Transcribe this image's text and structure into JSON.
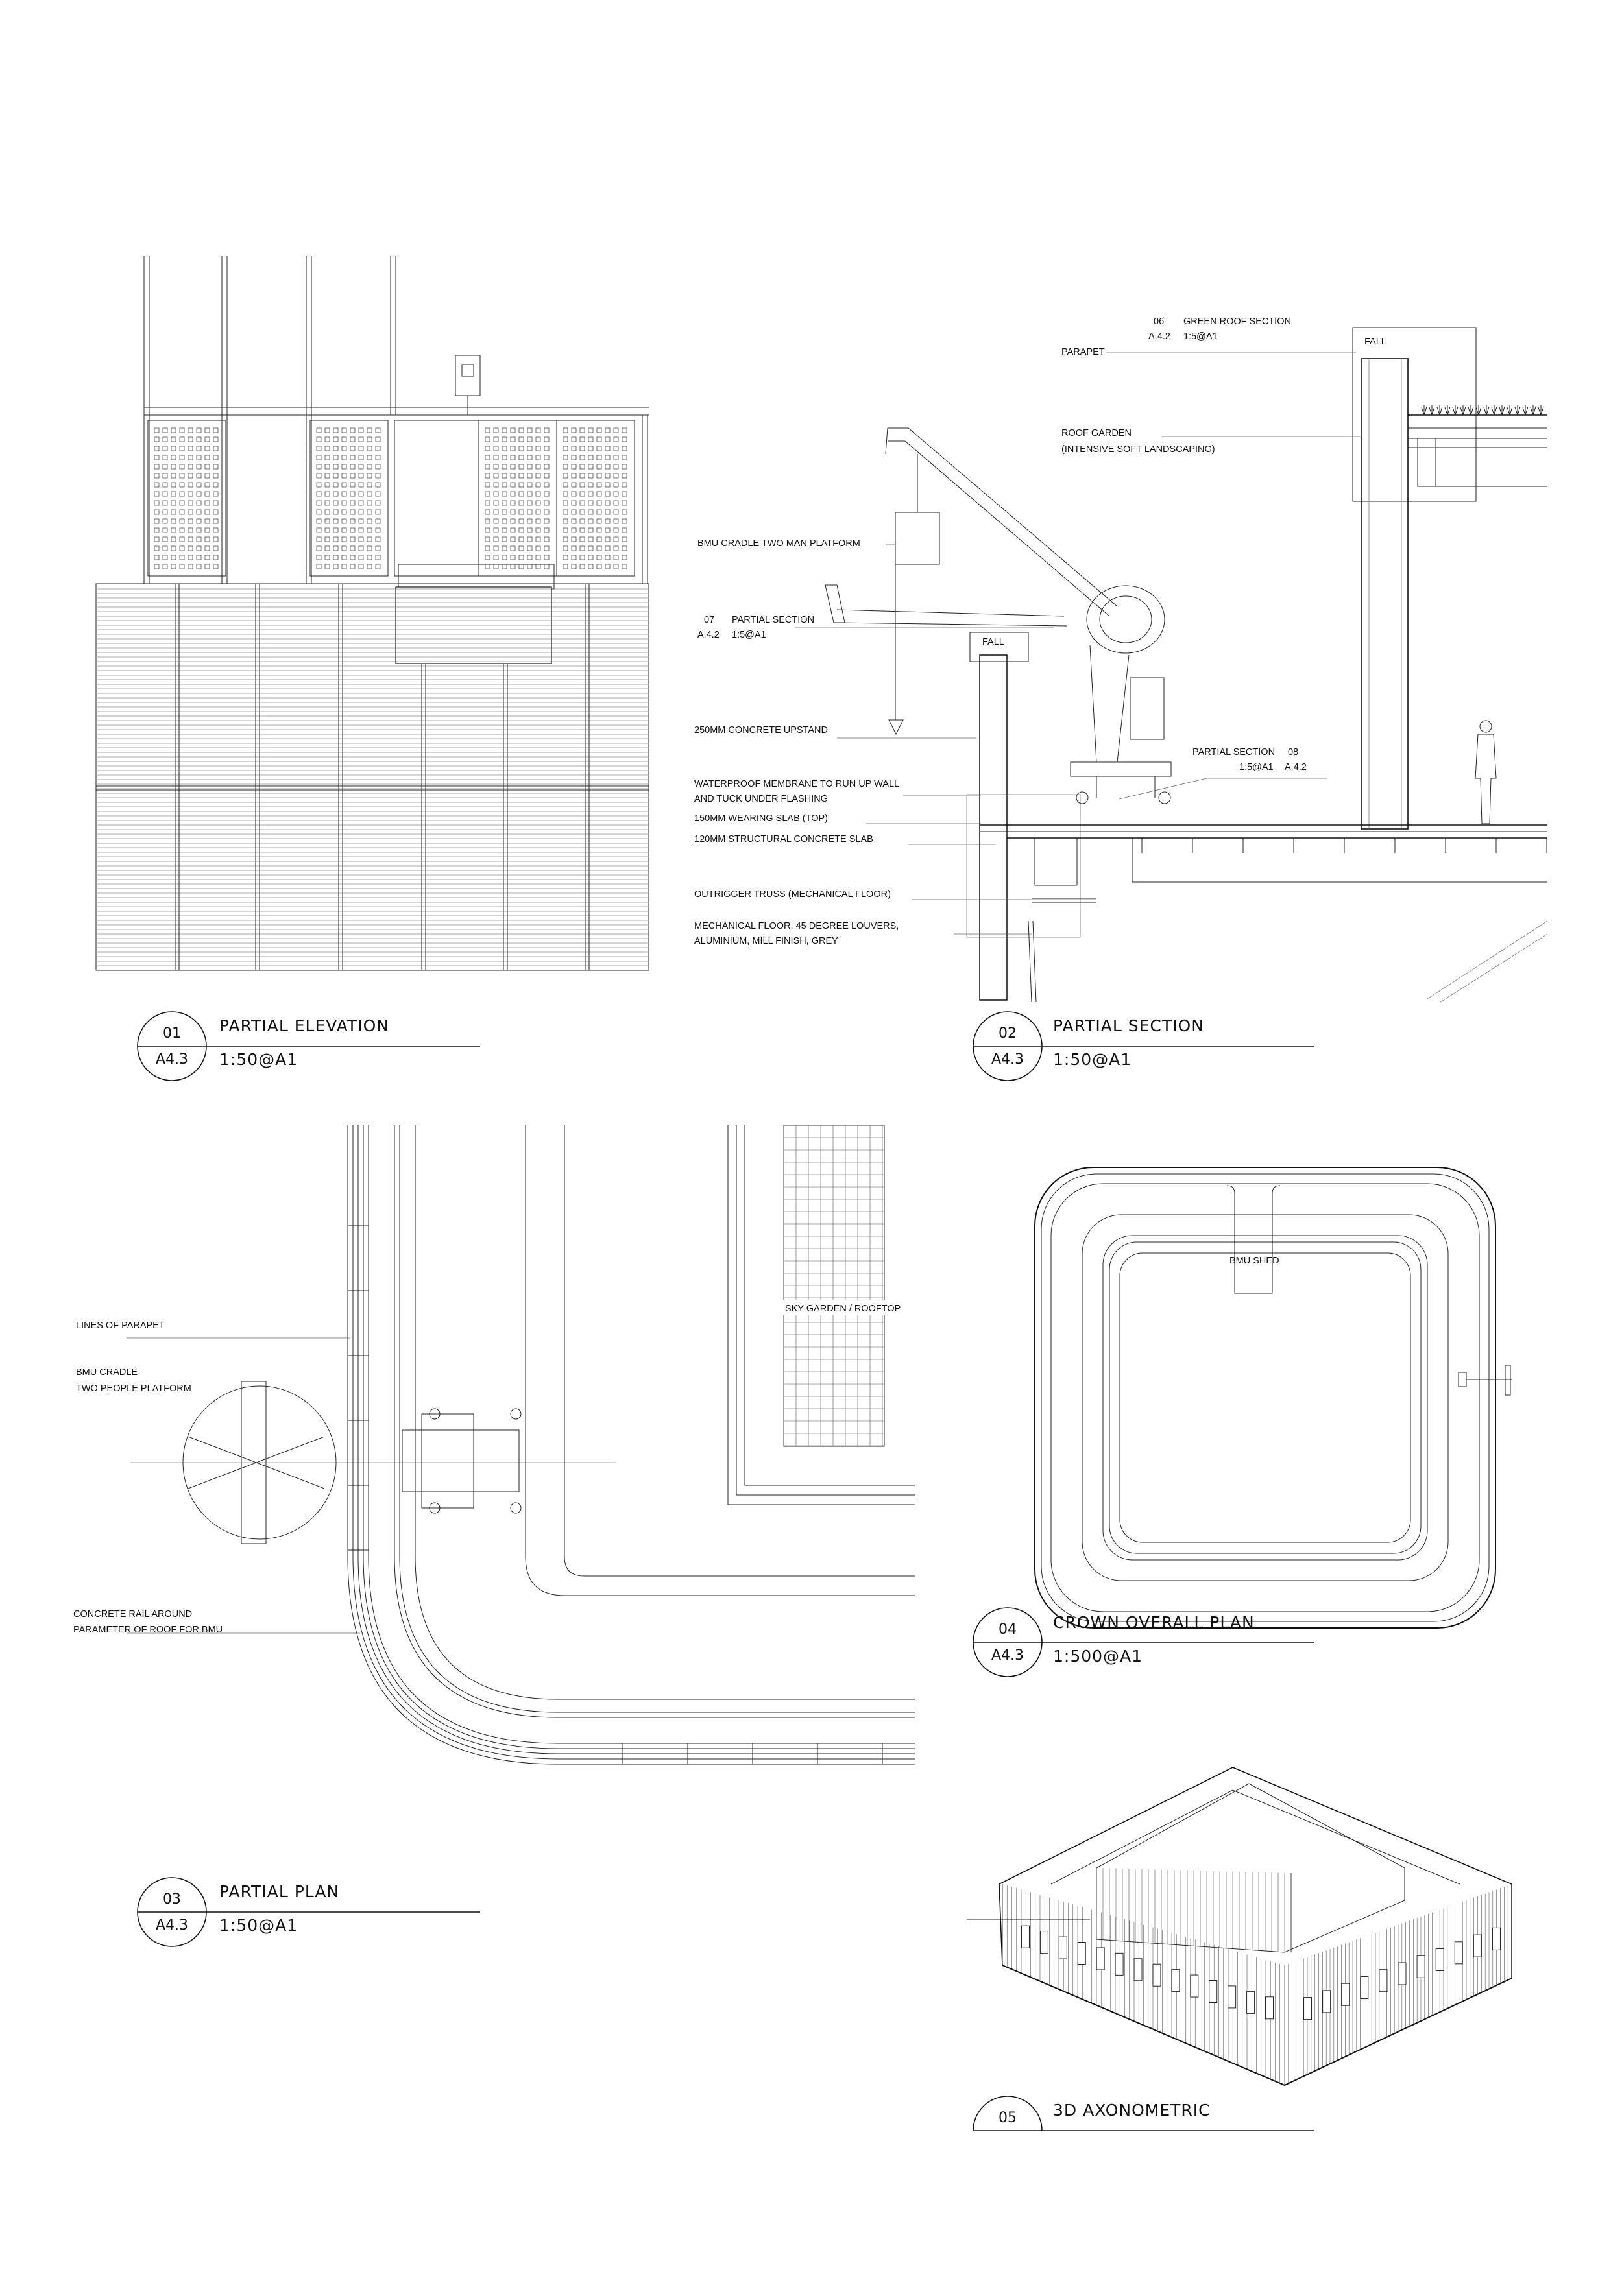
{
  "views": {
    "elevation": {
      "num": "01",
      "ref": "A4.3",
      "title": "PARTIAL ELEVATION",
      "scale": "1:50@A1"
    },
    "section": {
      "num": "02",
      "ref": "A4.3",
      "title": "PARTIAL SECTION",
      "scale": "1:50@A1"
    },
    "plan": {
      "num": "03",
      "ref": "A4.3",
      "title": "PARTIAL PLAN",
      "scale": "1:50@A1"
    },
    "crown": {
      "num": "04",
      "ref": "A4.3",
      "title": "CROWN OVERALL PLAN",
      "scale": "1:500@A1"
    },
    "axo": {
      "num": "05",
      "title": "3D AXONOMETRIC"
    }
  },
  "section_labels": {
    "callout_06_num": "06",
    "callout_06_ref": "A.4.2",
    "callout_06_title": "GREEN ROOF SECTION",
    "callout_06_scale": "1:5@A1",
    "parapet": "PARAPET",
    "fall_top": "FALL",
    "roof_garden": "ROOF GARDEN",
    "roof_garden_note": "(INTENSIVE SOFT LANDSCAPING)",
    "bmu_cradle": "BMU CRADLE TWO MAN PLATFORM",
    "callout_07_num": "07",
    "callout_07_ref": "A.4.2",
    "callout_07_title": "PARTIAL SECTION",
    "callout_07_scale": "1:5@A1",
    "fall_upstand": "FALL",
    "upstand": "250MM CONCRETE UPSTAND",
    "callout_08_title": "PARTIAL SECTION",
    "callout_08_num": "08",
    "callout_08_scale": "1:5@A1",
    "callout_08_ref": "A.4.2",
    "membrane_1": "WATERPROOF MEMBRANE TO RUN UP WALL",
    "membrane_2": "AND TUCK UNDER FLASHING",
    "wearing_slab": "150MM WEARING SLAB (TOP)",
    "structural_slab": "120MM STRUCTURAL CONCRETE SLAB",
    "outrigger": "OUTRIGGER TRUSS (MECHANICAL FLOOR)",
    "mech_1": "MECHANICAL FLOOR, 45 DEGREE LOUVERS,",
    "mech_2": "ALUMINIUM, MILL FINISH, GREY"
  },
  "plan_labels": {
    "parapet_lines": "LINES OF PARAPET",
    "bmu_1": "BMU CRADLE",
    "bmu_2": "TWO PEOPLE PLATFORM",
    "sky_garden": "SKY GARDEN / ROOFTOP",
    "rail_1": "CONCRETE RAIL AROUND",
    "rail_2": "PARAMETER OF ROOF FOR BMU"
  },
  "crown_labels": {
    "shed": "BMU SHED"
  }
}
